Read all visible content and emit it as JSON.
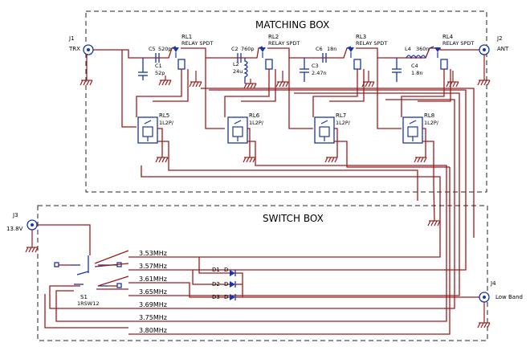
{
  "colors": {
    "wire": "#9a1b1b",
    "component": "#1a36a8",
    "box_border": "#222222",
    "text": "#000000"
  },
  "matching_box": {
    "title": "MATCHING BOX"
  },
  "switch_box": {
    "title": "SWITCH BOX"
  },
  "connectors": {
    "j1": {
      "ref": "J1",
      "name": "TRX"
    },
    "j2": {
      "ref": "J2",
      "name": "ANT"
    },
    "j3": {
      "ref": "J3",
      "name": "13.8V"
    },
    "j4": {
      "ref": "J4",
      "name": "Low Band"
    }
  },
  "relays_spdt": [
    {
      "ref": "RL1",
      "type": "RELAY SPDT"
    },
    {
      "ref": "RL2",
      "type": "RELAY SPDT"
    },
    {
      "ref": "RL3",
      "type": "RELAY SPDT"
    },
    {
      "ref": "RL4",
      "type": "RELAY SPDT"
    }
  ],
  "relays_small": [
    {
      "ref": "RL5",
      "type": "1L2P/"
    },
    {
      "ref": "RL6",
      "type": "1L2P/"
    },
    {
      "ref": "RL7",
      "type": "1L2P/"
    },
    {
      "ref": "RL8",
      "type": "1L2P/"
    }
  ],
  "components": {
    "c5": {
      "ref": "C5",
      "value": "520p"
    },
    "c1": {
      "ref": "C1",
      "value": "52p"
    },
    "c2": {
      "ref": "C2",
      "value": "760p"
    },
    "l2": {
      "ref": "L2",
      "value": "24u"
    },
    "c6": {
      "ref": "C6",
      "value": "18n"
    },
    "c3": {
      "ref": "C3",
      "value": "2.47n"
    },
    "l4": {
      "ref": "L4",
      "value": "360n"
    },
    "c4": {
      "ref": "C4",
      "value": "1.8n"
    }
  },
  "switch": {
    "ref": "S1",
    "type": "1RSW12"
  },
  "diodes": [
    {
      "ref": "D1",
      "type": "D"
    },
    {
      "ref": "D2",
      "type": "D"
    },
    {
      "ref": "D3",
      "type": "D"
    }
  ],
  "frequencies": [
    "3.53MHz",
    "3.57MHz",
    "3.61MHz",
    "3.65MHz",
    "3.69MHz",
    "3.75MHz",
    "3.80MHz"
  ]
}
